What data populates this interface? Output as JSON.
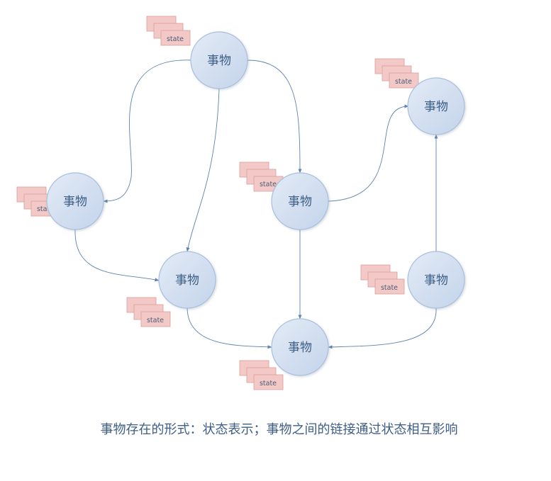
{
  "node_label": "事物",
  "state_label": "state",
  "caption": "事物存在的形式：状态表示；事物之间的链接通过状态相互影响",
  "colors": {
    "node_fill_light": "#dfe8f4",
    "node_fill_dark": "#c6d6ec",
    "node_stroke": "#a9bfdc",
    "edge": "#5f82ae",
    "card_fill": "#f2c9c6",
    "card_stroke": "#dd9d98",
    "text": "#3e5e86"
  }
}
